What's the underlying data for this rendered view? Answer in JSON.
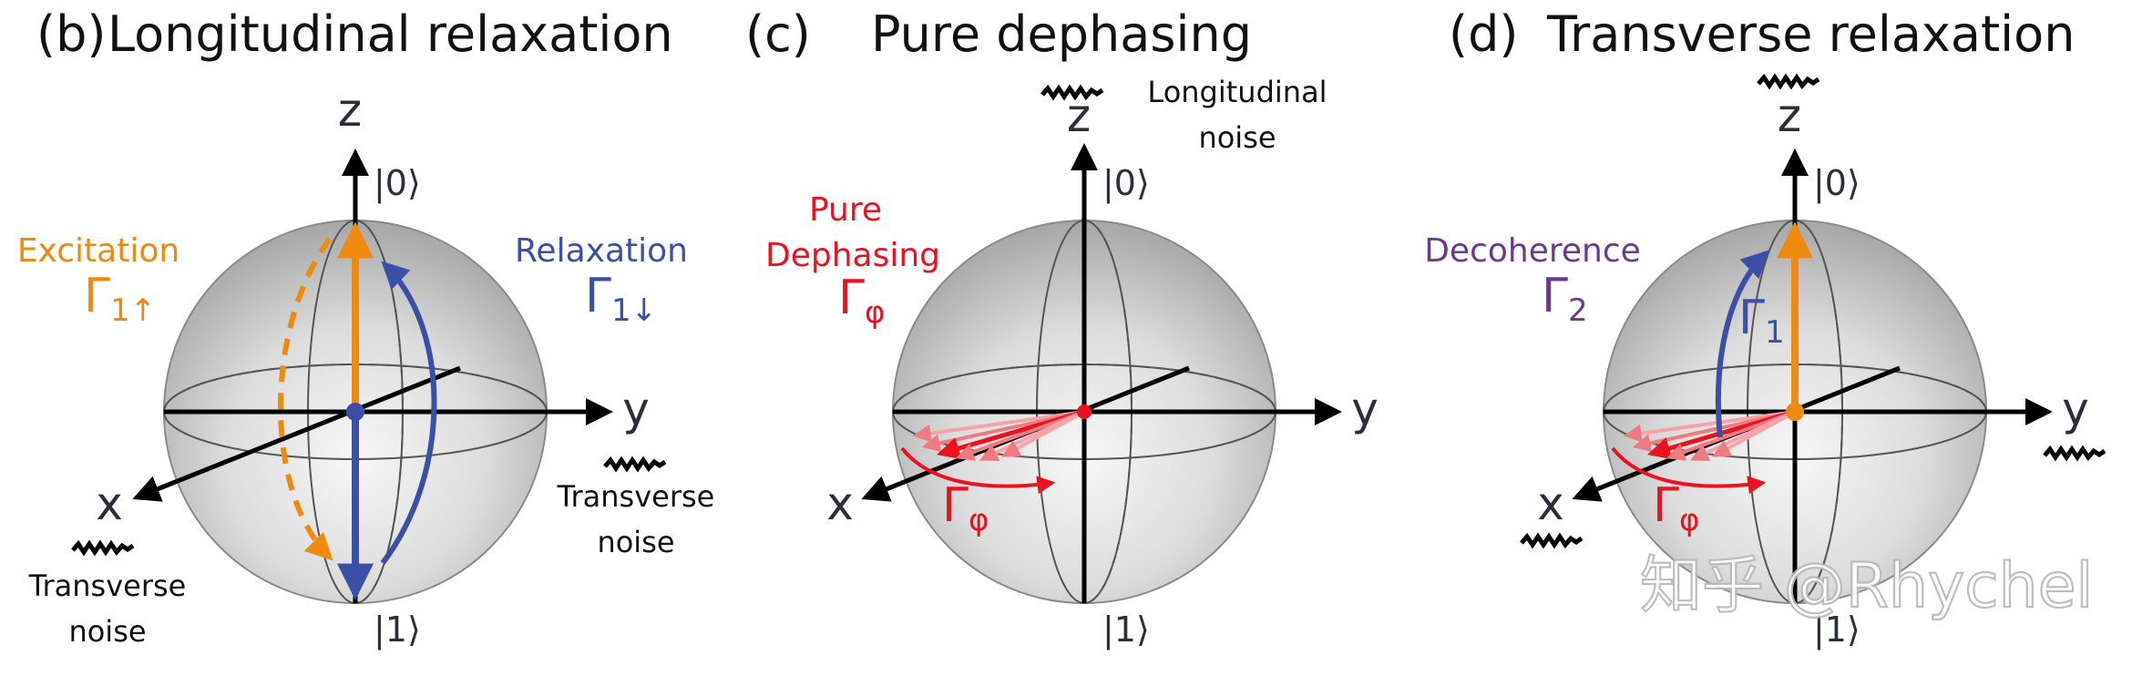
{
  "panels": [
    {
      "label": "(b)",
      "title": "Longitudinal relaxation",
      "axes": {
        "z": "z",
        "y": "y",
        "x": "x"
      },
      "kets": {
        "top": "|0⟩",
        "bottom": "|1⟩"
      },
      "excitation": {
        "label": "Excitation",
        "rate": "Γ",
        "sub": "1↑"
      },
      "relaxation": {
        "label": "Relaxation",
        "rate": "Γ",
        "sub": "1↓"
      },
      "noise_right": [
        "Transverse",
        "noise"
      ],
      "noise_left": [
        "Transverse",
        "noise"
      ]
    },
    {
      "label": "(c)",
      "title": "Pure dephasing",
      "axes": {
        "z": "z",
        "y": "y",
        "x": "x"
      },
      "kets": {
        "top": "|0⟩",
        "bottom": "|1⟩"
      },
      "pure": {
        "line1": "Pure",
        "line2": "Dephasing",
        "rate": "Γ",
        "sub": "φ"
      },
      "noise_top": [
        "Longitudinal",
        "noise"
      ],
      "arc_label": "Γ",
      "arc_sub": "φ"
    },
    {
      "label": "(d)",
      "title": "Transverse relaxation",
      "axes": {
        "z": "z",
        "y": "y",
        "x": "x"
      },
      "kets": {
        "top": "|0⟩",
        "bottom": "|1⟩"
      },
      "decoherence": {
        "label": "Decoherence",
        "rate": "Γ",
        "sub": "2"
      },
      "gamma1": {
        "rate": "Γ",
        "sub": "1"
      },
      "arc_label": "Γ",
      "arc_sub": "φ"
    }
  ],
  "watermark": "知乎 @Rhychel",
  "colors": {
    "orange": "#f08a0f",
    "blue": "#3c4fa6",
    "red": "#e8131f",
    "purple": "#6a3a8e",
    "axis": "#000000",
    "sphere_light": "#f4f4f4",
    "sphere_dark": "#a9a9a9"
  }
}
